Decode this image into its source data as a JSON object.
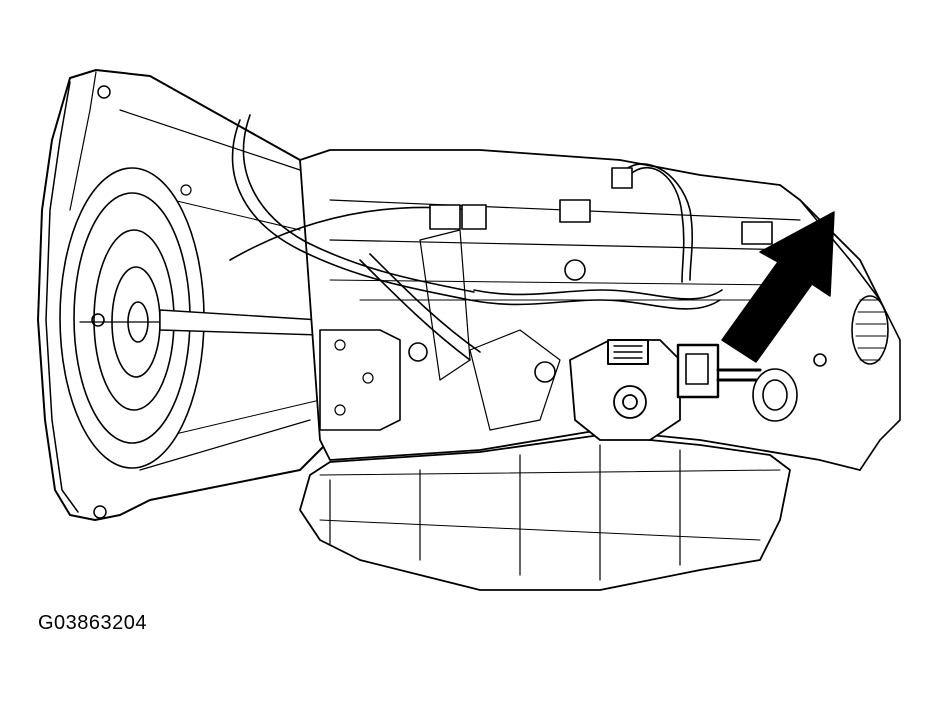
{
  "figure": {
    "id": "G03863204"
  },
  "colors": {
    "line": "#000000",
    "background": "#ffffff",
    "arrow_fill": "#000000"
  },
  "components": [
    "bellhousing",
    "torque-converter",
    "transmission-case",
    "oil-pan",
    "wiring-harness",
    "range-sensor",
    "output-shaft"
  ]
}
